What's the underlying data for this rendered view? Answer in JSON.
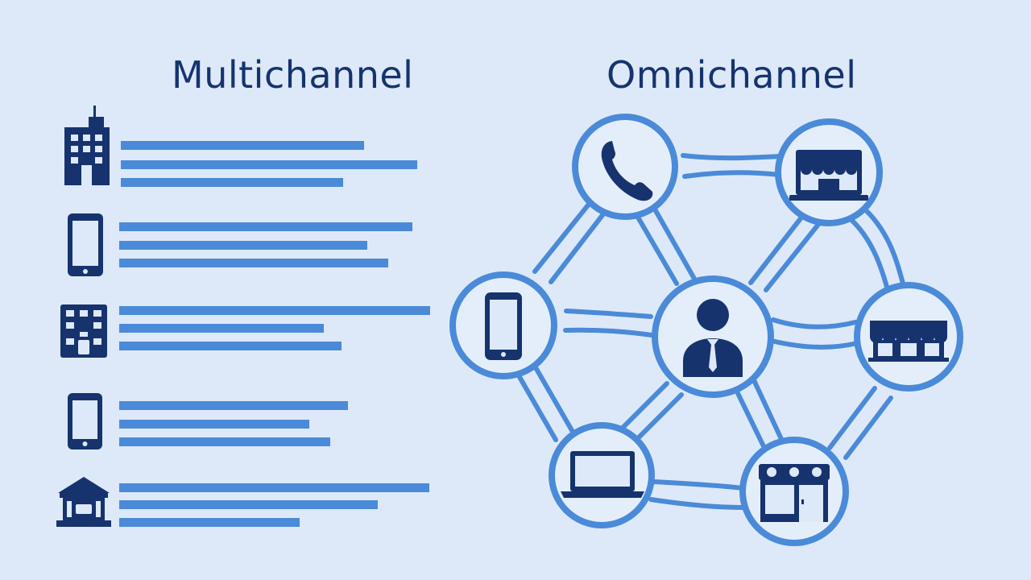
{
  "headings": {
    "multichannel": "Multichannel",
    "omnichannel": "Omnichannel"
  },
  "colors": {
    "background": "#dde9f8",
    "navy": "#16336e",
    "accent_blue": "#4a8ad8",
    "node_fill": "#e4eefa"
  },
  "multichannel_rows": [
    {
      "icon": "office-building-icon",
      "bars": 3
    },
    {
      "icon": "smartphone-icon",
      "bars": 3
    },
    {
      "icon": "storefront-building-icon",
      "bars": 3
    },
    {
      "icon": "smartphone-icon",
      "bars": 3
    },
    {
      "icon": "bank-building-icon",
      "bars": 3
    }
  ],
  "omnichannel_nodes": [
    {
      "id": "phone",
      "icon": "phone-handset-icon"
    },
    {
      "id": "online-store",
      "icon": "laptop-storefront-icon"
    },
    {
      "id": "mobile",
      "icon": "smartphone-icon"
    },
    {
      "id": "customer",
      "icon": "customer-person-icon"
    },
    {
      "id": "physical-store",
      "icon": "store-awning-icon"
    },
    {
      "id": "laptop",
      "icon": "laptop-icon"
    },
    {
      "id": "shop",
      "icon": "shop-front-icon"
    }
  ]
}
